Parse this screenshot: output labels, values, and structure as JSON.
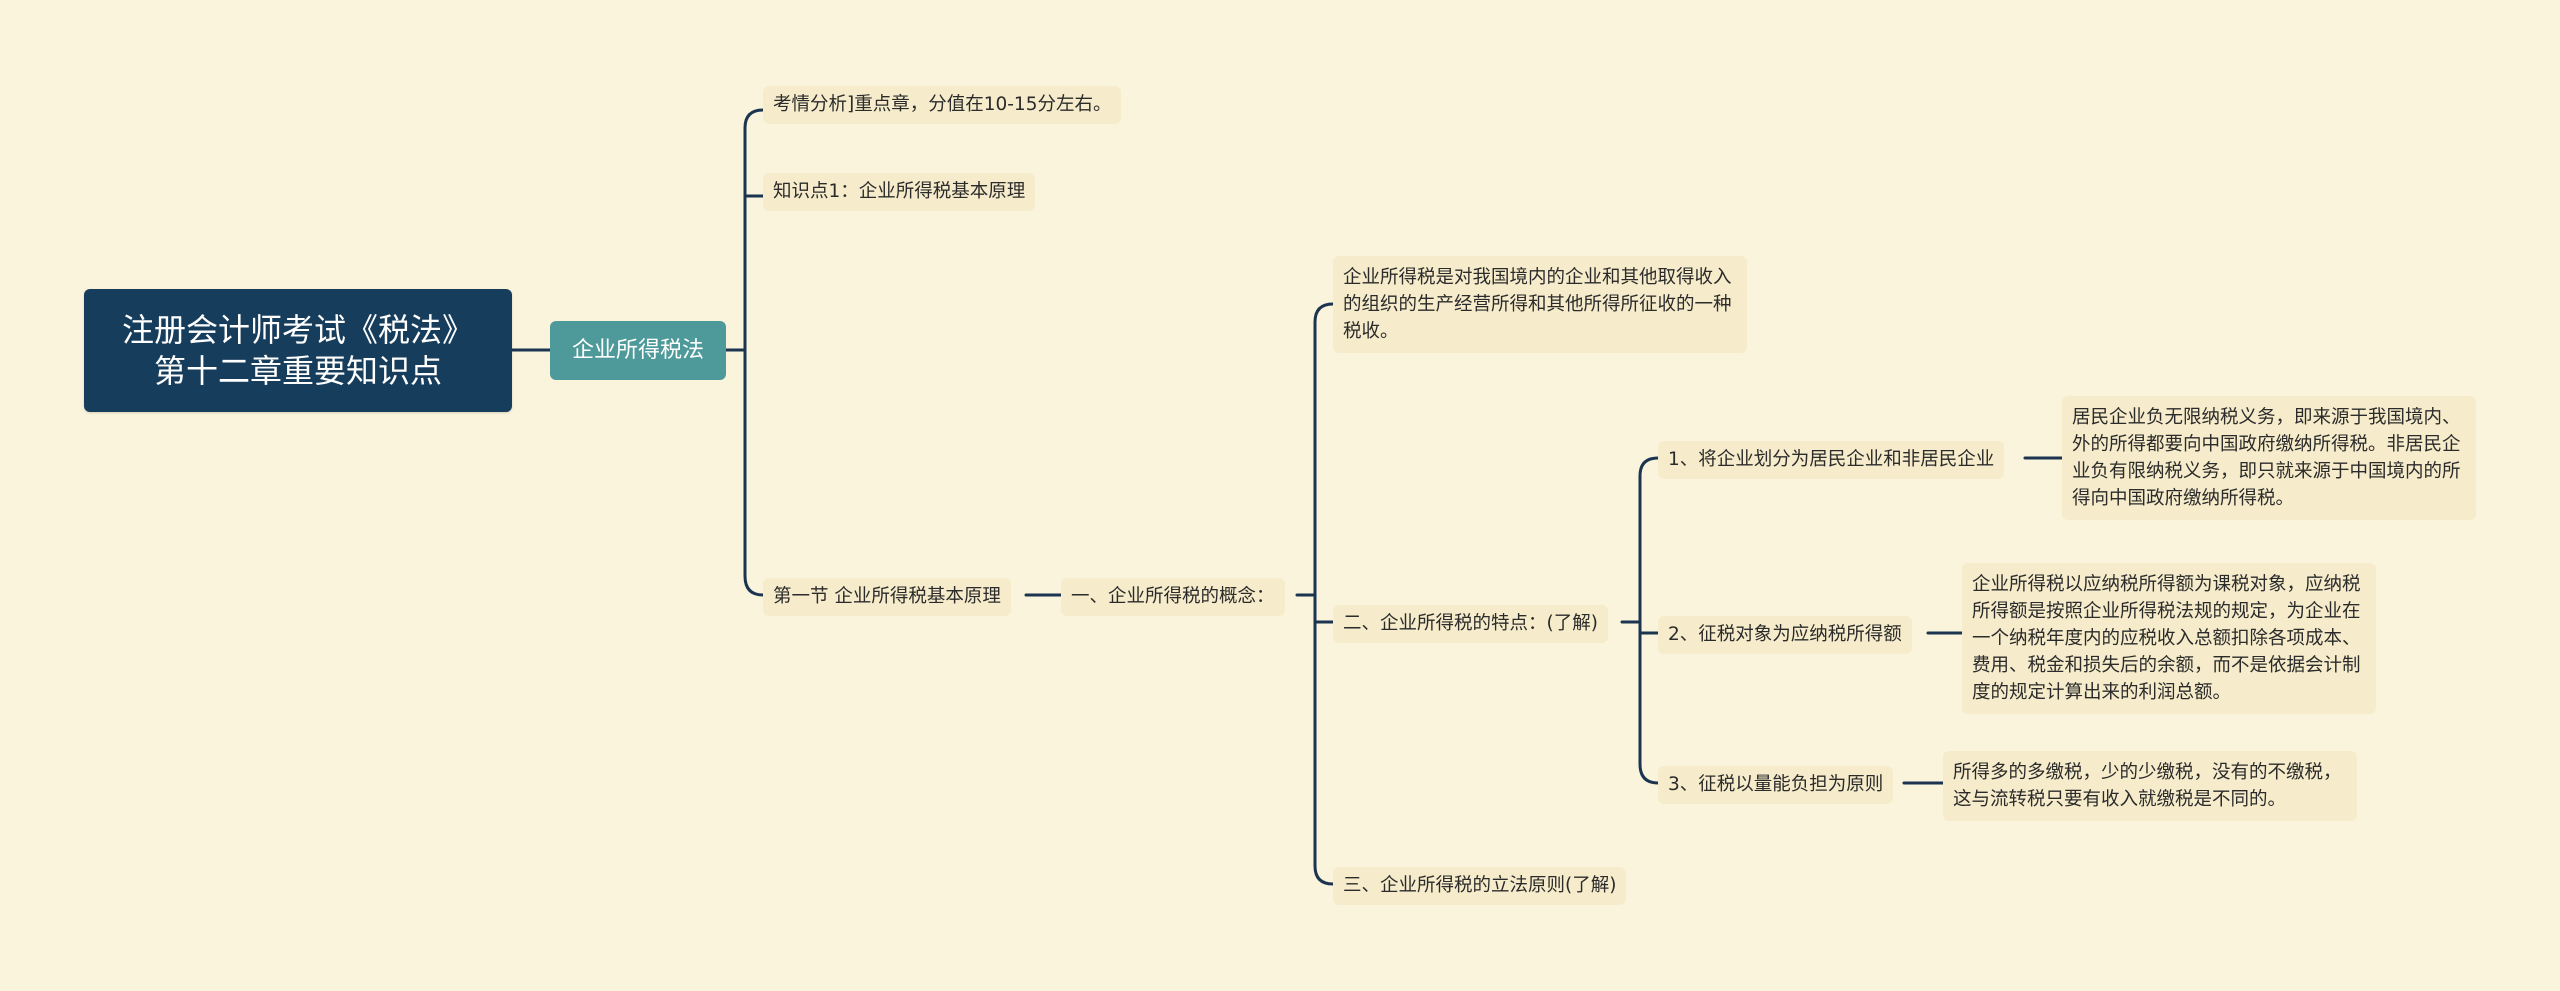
{
  "root": {
    "line1": "注册会计师考试《税法》",
    "line2": "第十二章重要知识点"
  },
  "branch": "企业所得税法",
  "level2": {
    "exam_analysis": "考情分析]重点章，分值在10-15分左右。",
    "knowledge_point": "知识点1：企业所得税基本原理",
    "section1": "第一节 企业所得税基本原理"
  },
  "concept": {
    "label": "一、企业所得税的概念：",
    "definition": "企业所得税是对我国境内的企业和其他取得收入的组织的生产经营所得和其他所得所征收的一种税收。",
    "features": "二、企业所得税的特点：(了解)",
    "legislative": "三、企业所得税的立法原则(了解)"
  },
  "features_items": [
    {
      "label": "1、将企业划分为居民企业和非居民企业",
      "detail": "居民企业负无限纳税义务，即来源于我国境内、外的所得都要向中国政府缴纳所得税。非居民企业负有限纳税义务，即只就来源于中国境内的所得向中国政府缴纳所得税。"
    },
    {
      "label": "2、征税对象为应纳税所得额",
      "detail": "企业所得税以应纳税所得额为课税对象，应纳税所得额是按照企业所得税法规的规定，为企业在一个纳税年度内的应税收入总额扣除各项成本、费用、税金和损失后的余额，而不是依据会计制度的规定计算出来的利润总额。"
    },
    {
      "label": "3、征税以量能负担为原则",
      "detail": "所得多的多缴税，少的少缴税，没有的不缴税，这与流转税只要有收入就缴税是不同的。"
    }
  ],
  "colors": {
    "background": "#faf4dc",
    "root_fill": "#173d5c",
    "branch_fill": "#4e9a9a",
    "leaf_fill": "#f6eccb",
    "connector": "#1b3550"
  }
}
